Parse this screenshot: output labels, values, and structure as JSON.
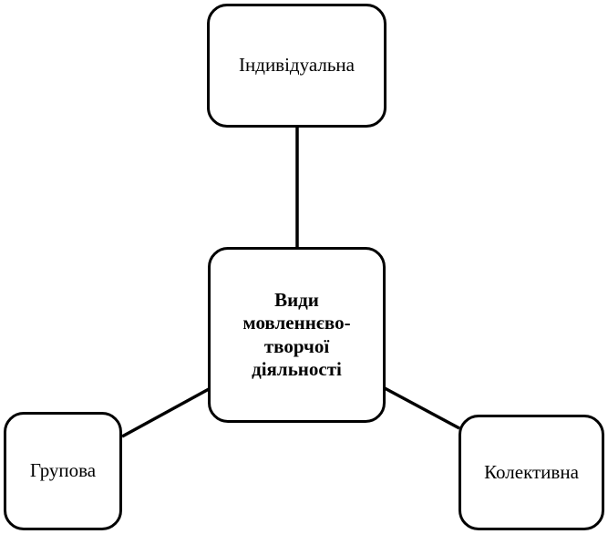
{
  "diagram": {
    "center": {
      "lines": [
        "Види",
        "мовленнєво-",
        "творчої",
        "діяльності"
      ]
    },
    "nodes": {
      "top": "Індивідуальна",
      "left": "Групова",
      "right": "Колективна"
    },
    "colors": {
      "stroke": "#000000",
      "fill": "#ffffff",
      "text": "#000000"
    }
  }
}
